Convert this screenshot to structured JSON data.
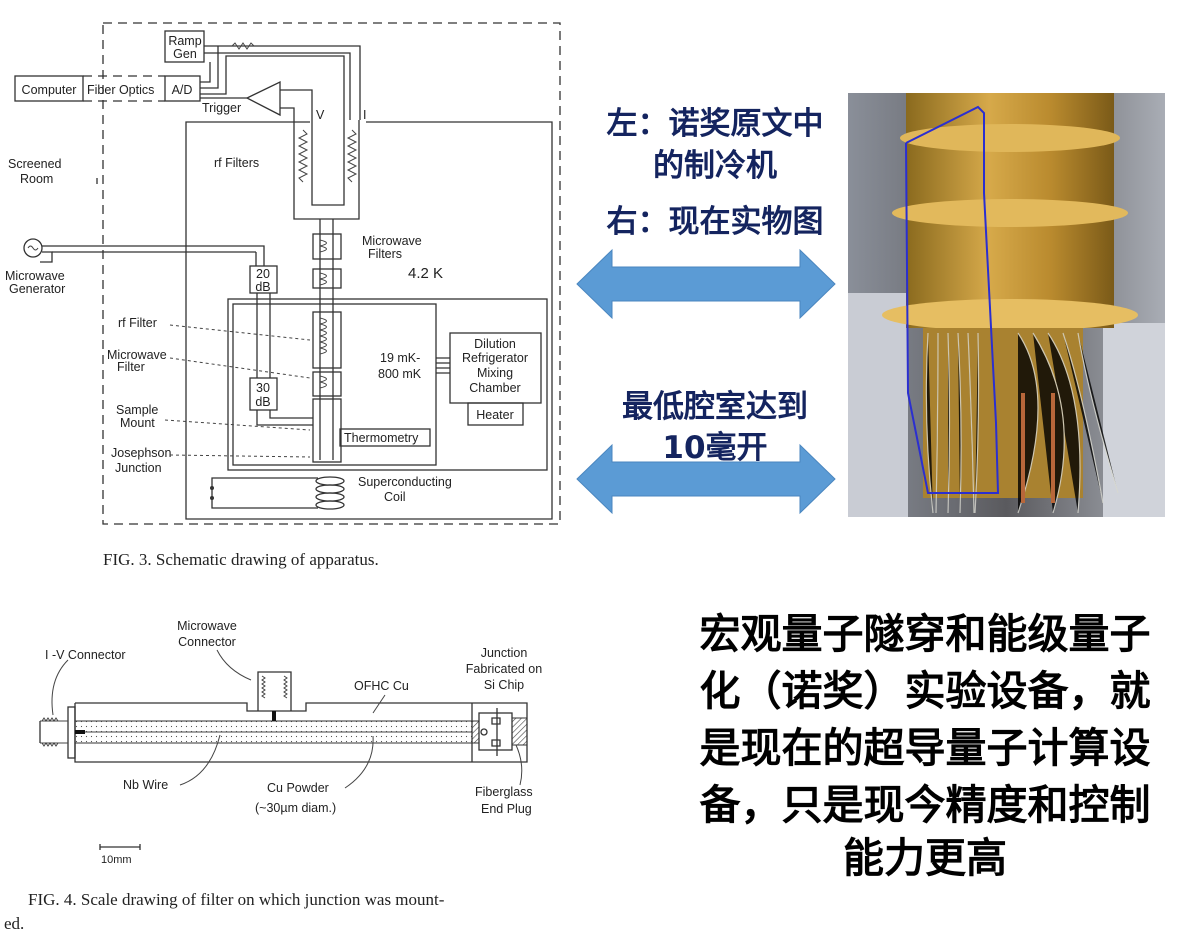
{
  "fig3": {
    "labels": {
      "ramp": "Ramp",
      "gen": "Gen",
      "computer": "Computer",
      "fiber_optics": "Fiber Optics",
      "ad": "A/D",
      "trigger": "Trigger",
      "v": "V",
      "i": "I",
      "screened": "Screened",
      "room": "Room",
      "rf_filters": "rf Filters",
      "microwave_filters_1": "Microwave",
      "microwave_filters_2": "Filters",
      "temp_42k": "4.2 K",
      "mw_gen_1": "Microwave",
      "mw_gen_2": "Generator",
      "db20_a": "20",
      "db20_b": "dB",
      "db30_a": "30",
      "db30_b": "dB",
      "rf_filter": "rf Filter",
      "mw_filter_1": "Microwave",
      "mw_filter_2": "Filter",
      "sample_1": "Sample",
      "sample_2": "Mount",
      "jj_1": "Josephson",
      "jj_2": "Junction",
      "temp_low": "19 mK-",
      "temp_high": "800 mK",
      "dilution_1": "Dilution",
      "dilution_2": "Refrigerator",
      "dilution_3": "Mixing",
      "dilution_4": "Chamber",
      "heater": "Heater",
      "thermometry": "Thermometry",
      "coil_1": "Superconducting",
      "coil_2": "Coil"
    },
    "caption": "FIG. 3.  Schematic drawing of apparatus."
  },
  "fig4": {
    "labels": {
      "mw_conn_1": "Microwave",
      "mw_conn_2": "Connector",
      "iv_conn": "I -V Connector",
      "ofhc": "OFHC Cu",
      "junction_1": "Junction",
      "junction_2": "Fabricated on",
      "junction_3": "Si Chip",
      "nb_wire": "Nb Wire",
      "cu_powder": "Cu Powder",
      "cu_diam": "(~30µm diam.)",
      "fiberglass_1": "Fiberglass",
      "fiberglass_2": "End Plug",
      "scale": "10mm"
    },
    "caption_1": "FIG. 4.  Scale drawing of filter on which junction was mount-",
    "caption_2": "ed."
  },
  "right": {
    "left_label_1": "左：诺奖原文中",
    "left_label_2": "的制冷机",
    "right_label": "右：现在实物图",
    "temp_note_1": "最低腔室达到",
    "temp_note_2": "10毫开",
    "summary": [
      "宏观量子隧穿和能级量子",
      "化（诺奖）实验设备，就",
      "是现在的超导量子计算设",
      "备，只是现今精度和控制",
      "能力更高"
    ]
  },
  "colors": {
    "accent_text": "#14245f",
    "arrow": "#5b9bd5",
    "outline": "#2b2fd0"
  }
}
